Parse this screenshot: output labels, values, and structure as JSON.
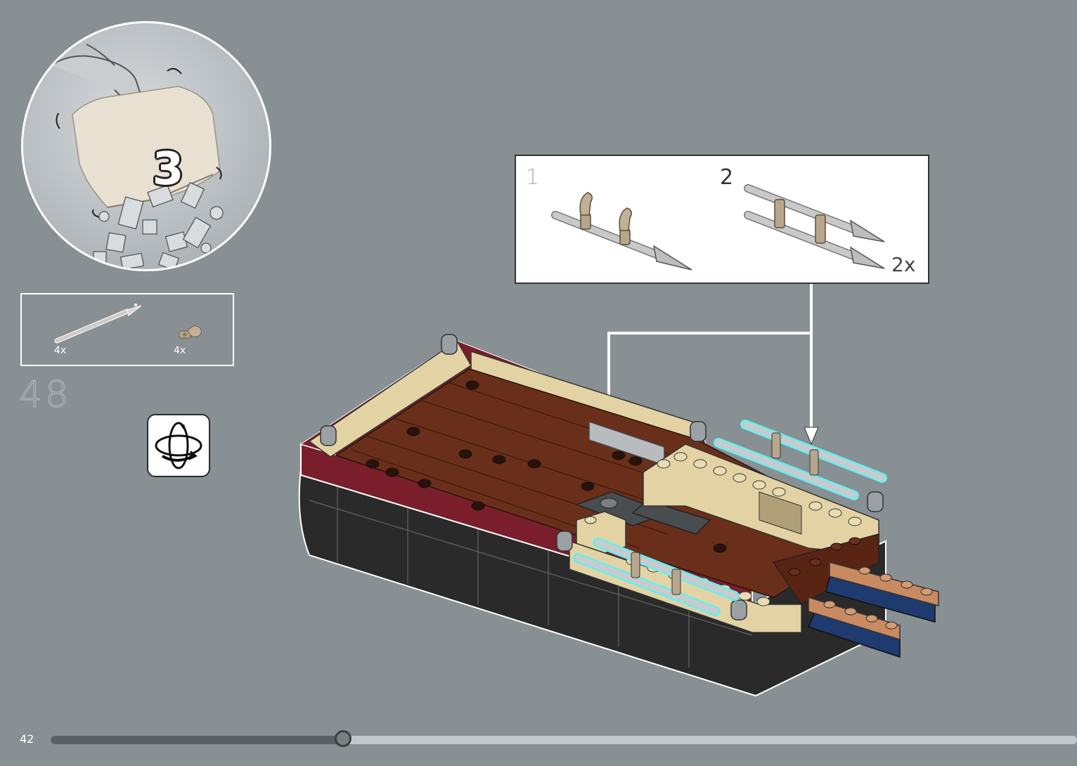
{
  "bag": {
    "number": "3",
    "icon": "bag-open-pouring-bricks"
  },
  "parts_list": [
    {
      "icon": "bar-with-spear-tip",
      "quantity": "4x",
      "color": "#d8d4d0"
    },
    {
      "icon": "clip-with-bar-holder",
      "quantity": "4x",
      "color": "#b8a68c"
    }
  ],
  "step": {
    "number": "48"
  },
  "rotate_icon": "rotate-model-icon",
  "callout": {
    "sub_steps": [
      {
        "label": "1"
      },
      {
        "label": "2"
      }
    ],
    "multiplier": "2x"
  },
  "page": {
    "number": "42",
    "progress": 0.285
  },
  "colors": {
    "background": "#889094",
    "hull_red": "#7a1e2c",
    "deck_brown": "#6a2f1a",
    "tan": "#e3d3a4",
    "highlight": "#5ef2f2",
    "hull_black": "#222222"
  }
}
